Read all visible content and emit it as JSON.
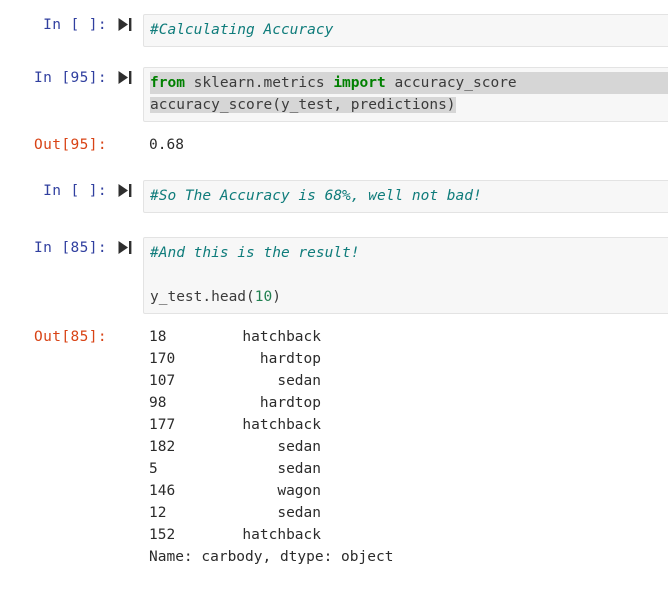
{
  "notebook": {
    "run_icon_name": "run-cell-icon",
    "colors": {
      "in_prompt": "#303f9f",
      "out_prompt": "#d84315",
      "comment": "#0f7c7b",
      "keyword": "#008000",
      "number": "#208050",
      "selection": "#d6d6d6",
      "cell_background": "#f7f7f7",
      "cell_border": "#e3e3e3"
    },
    "cells": [
      {
        "id": "cell-1",
        "prompt": "In [ ]:",
        "type": "code",
        "lines": [
          {
            "comment": "#Calculating Accuracy"
          }
        ]
      },
      {
        "id": "cell-2",
        "prompt": "In [95]:",
        "type": "code",
        "selected": true,
        "lines": [
          {
            "kw1": "from",
            "mid": " sklearn.metrics ",
            "kw2": "import",
            "tail": " accuracy_score"
          },
          {
            "plain": "accuracy_score(y_test, predictions)"
          }
        ],
        "output": {
          "prompt": "Out[95]:",
          "text": "0.68"
        }
      },
      {
        "id": "cell-3",
        "prompt": "In [ ]:",
        "type": "code",
        "lines": [
          {
            "comment": "#So The Accuracy is 68%, well not bad!"
          }
        ]
      },
      {
        "id": "cell-4",
        "prompt": "In [85]:",
        "type": "code",
        "lines": [
          {
            "comment": "#And this is the result!"
          },
          {
            "blank": ""
          },
          {
            "code_pre": "y_test.head(",
            "num": "10",
            "code_post": ")"
          }
        ],
        "output": {
          "prompt": "Out[85]:",
          "series": {
            "rows": [
              {
                "index": "18",
                "value": "hatchback"
              },
              {
                "index": "170",
                "value": "hardtop"
              },
              {
                "index": "107",
                "value": "sedan"
              },
              {
                "index": "98",
                "value": "hardtop"
              },
              {
                "index": "177",
                "value": "hatchback"
              },
              {
                "index": "182",
                "value": "sedan"
              },
              {
                "index": "5",
                "value": "sedan"
              },
              {
                "index": "146",
                "value": "wagon"
              },
              {
                "index": "12",
                "value": "sedan"
              },
              {
                "index": "152",
                "value": "hatchback"
              }
            ],
            "footer": "Name: carbody, dtype: object"
          }
        }
      }
    ]
  }
}
